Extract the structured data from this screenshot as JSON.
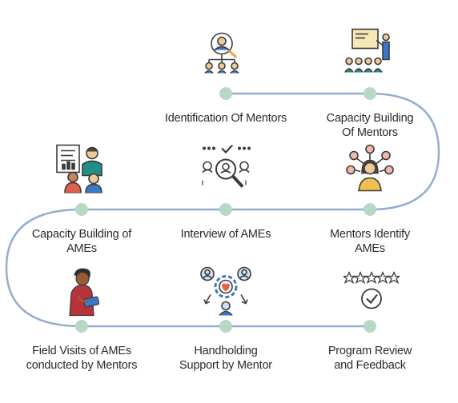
{
  "colors": {
    "track": "#95aed0",
    "node": "#b7d9c4",
    "outline": "#3b3b3b",
    "accent_teal": "#1f8f88",
    "accent_orange": "#f0a040",
    "accent_blue": "#3c78c8"
  },
  "steps": [
    {
      "lines": [
        "Identification Of Mentors"
      ],
      "icon": "mentor-network-icon"
    },
    {
      "lines": [
        "Capacity Building",
        "Of Mentors"
      ],
      "icon": "presentation-board-icon"
    },
    {
      "lines": [
        "Mentors Identify",
        "AMEs"
      ],
      "icon": "mentor-circle-icon"
    },
    {
      "lines": [
        "Interview of AMEs"
      ],
      "icon": "candidate-search-icon"
    },
    {
      "lines": [
        "Capacity Building of",
        "AMEs"
      ],
      "icon": "classroom-teacher-icon"
    },
    {
      "lines": [
        "Field Visits of AMEs",
        "conducted by Mentors"
      ],
      "icon": "person-with-tablet-icon"
    },
    {
      "lines": [
        "Handholding",
        "Support by Mentor"
      ],
      "icon": "support-gear-icon"
    },
    {
      "lines": [
        "Program Review",
        "and Feedback"
      ],
      "icon": "star-rating-icon"
    }
  ]
}
